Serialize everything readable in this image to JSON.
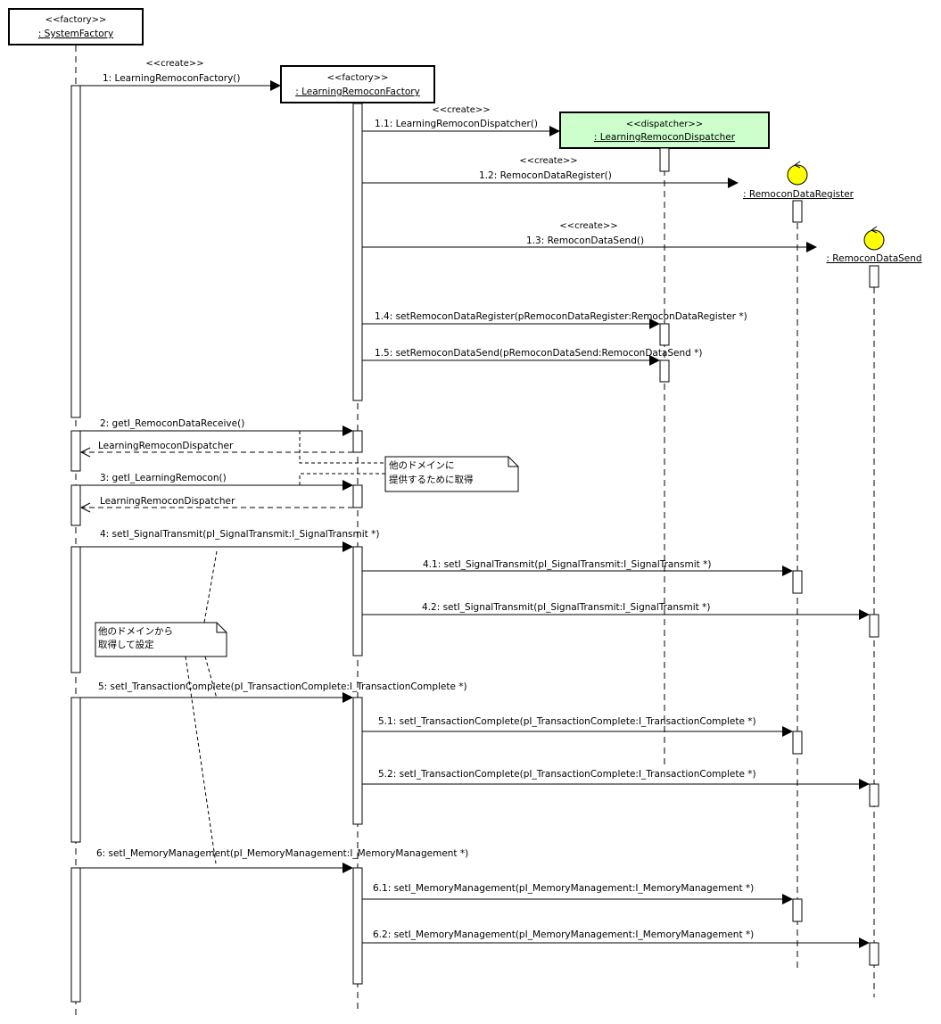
{
  "colors": {
    "dispatcher_fill": "#ccffcc",
    "entity_fill": "#ffff00",
    "box_fill": "#ffffff"
  },
  "participants": [
    {
      "id": "sf",
      "stereotype": "<<factory>>",
      "name": ": SystemFactory",
      "kind": "box"
    },
    {
      "id": "lrf",
      "stereotype": "<<factory>>",
      "name": ": LearningRemoconFactory",
      "kind": "box"
    },
    {
      "id": "lrd",
      "stereotype": "<<dispatcher>>",
      "name": ": LearningRemoconDispatcher",
      "kind": "box-green"
    },
    {
      "id": "rdr",
      "stereotype": "",
      "name": ": RemoconDataRegister",
      "kind": "entity-icon"
    },
    {
      "id": "rds",
      "stereotype": "",
      "name": ": RemoconDataSend",
      "kind": "entity-icon"
    }
  ],
  "messages": [
    {
      "id": "m1",
      "stereotype": "<<create>>",
      "label": "1: LearningRemoconFactory()"
    },
    {
      "id": "m1_1",
      "stereotype": "<<create>>",
      "label": "1.1: LearningRemoconDispatcher()"
    },
    {
      "id": "m1_2",
      "stereotype": "<<create>>",
      "label": "1.2: RemoconDataRegister()"
    },
    {
      "id": "m1_3",
      "stereotype": "<<create>>",
      "label": "1.3: RemoconDataSend()"
    },
    {
      "id": "m1_4",
      "stereotype": "",
      "label": "1.4: setRemoconDataRegister(pRemoconDataRegister:RemoconDataRegister *)"
    },
    {
      "id": "m1_5",
      "stereotype": "",
      "label": "1.5: setRemoconDataSend(pRemoconDataSend:RemoconDataSend *)"
    },
    {
      "id": "m2",
      "stereotype": "",
      "label": "2: getI_RemoconDataReceive()"
    },
    {
      "id": "r2",
      "stereotype": "",
      "label": "LearningRemoconDispatcher"
    },
    {
      "id": "m3",
      "stereotype": "",
      "label": "3: getI_LearningRemocon()"
    },
    {
      "id": "r3",
      "stereotype": "",
      "label": "LearningRemoconDispatcher"
    },
    {
      "id": "m4",
      "stereotype": "",
      "label": "4: setI_SignalTransmit(pI_SignalTransmit:I_SignalTransmit *)"
    },
    {
      "id": "m4_1",
      "stereotype": "",
      "label": "4.1: setI_SignalTransmit(pI_SignalTransmit:I_SignalTransmit *)"
    },
    {
      "id": "m4_2",
      "stereotype": "",
      "label": "4.2: setI_SignalTransmit(pI_SignalTransmit:I_SignalTransmit *)"
    },
    {
      "id": "m5",
      "stereotype": "",
      "label": "5: setI_TransactionComplete(pI_TransactionComplete:I_TransactionComplete *)"
    },
    {
      "id": "m5_1",
      "stereotype": "",
      "label": "5.1: setI_TransactionComplete(pI_TransactionComplete:I_TransactionComplete *)"
    },
    {
      "id": "m5_2",
      "stereotype": "",
      "label": "5.2: setI_TransactionComplete(pI_TransactionComplete:I_TransactionComplete *)"
    },
    {
      "id": "m6",
      "stereotype": "",
      "label": "6: setI_MemoryManagement(pI_MemoryManagement:I_MemoryManagement *)"
    },
    {
      "id": "m6_1",
      "stereotype": "",
      "label": "6.1: setI_MemoryManagement(pI_MemoryManagement:I_MemoryManagement *)"
    },
    {
      "id": "m6_2",
      "stereotype": "",
      "label": "6.2: setI_MemoryManagement(pI_MemoryManagement:I_MemoryManagement *)"
    }
  ],
  "notes": [
    {
      "id": "note1",
      "lines": [
        "他のドメインに",
        "提供するために取得"
      ]
    },
    {
      "id": "note2",
      "lines": [
        "他のドメインから",
        "取得して設定"
      ]
    }
  ]
}
